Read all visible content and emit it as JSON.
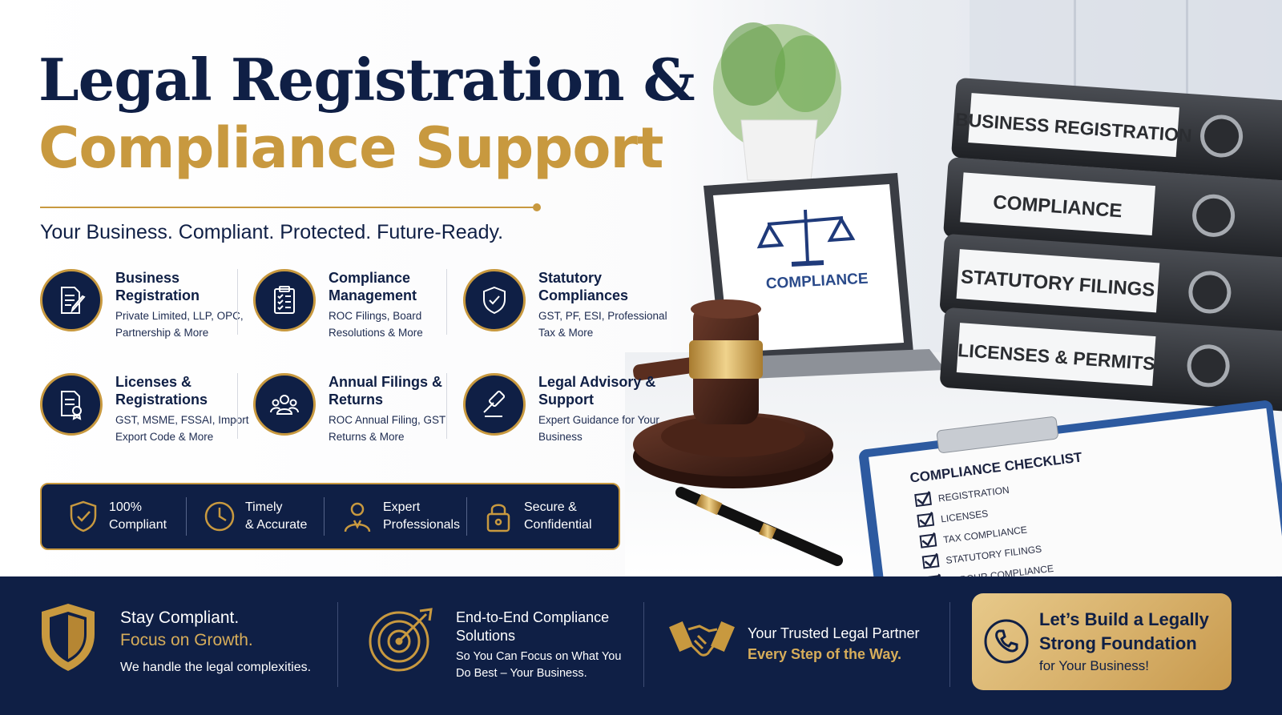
{
  "hero": {
    "title_line1": "Legal Registration &",
    "title_line2": "Compliance Support",
    "tagline": "Your Business. Compliant. Protected. Future-Ready."
  },
  "scene": {
    "laptop_label": "COMPLIANCE",
    "binders": [
      "BUSINESS REGISTRATION",
      "COMPLIANCE",
      "STATUTORY FILINGS",
      "LICENSES & PERMITS"
    ],
    "checklist_title": "COMPLIANCE CHECKLIST",
    "checklist_items": [
      "REGISTRATION",
      "LICENSES",
      "TAX COMPLIANCE",
      "STATUTORY FILINGS",
      "LABOUR COMPLIANCE"
    ]
  },
  "services": [
    {
      "title": "Business Registration",
      "desc": "Private Limited, LLP, OPC, Partnership & More",
      "icon": "document-pen-icon"
    },
    {
      "title": "Compliance Management",
      "desc": "ROC Filings, Board Resolutions & More",
      "icon": "checklist-icon"
    },
    {
      "title": "Statutory Compliances",
      "desc": "GST, PF, ESI, Professional Tax & More",
      "icon": "shield-check-icon"
    },
    {
      "title": "Licenses & Registrations",
      "desc": "GST, MSME, FSSAI, Import Export Code & More",
      "icon": "certificate-icon"
    },
    {
      "title": "Annual Filings & Returns",
      "desc": "ROC Annual Filing, GST Returns & More",
      "icon": "people-group-icon"
    },
    {
      "title": "Legal Advisory & Support",
      "desc": "Expert Guidance for Your Business",
      "icon": "gavel-icon"
    }
  ],
  "features": [
    {
      "line1": "100%",
      "line2": "Compliant",
      "icon": "shield-check-icon"
    },
    {
      "line1": "Timely",
      "line2": "& Accurate",
      "icon": "clock-icon"
    },
    {
      "line1": "Expert",
      "line2": "Professionals",
      "icon": "professional-icon"
    },
    {
      "line1": "Secure &",
      "line2": "Confidential",
      "icon": "lock-icon"
    }
  ],
  "footer": {
    "block1": {
      "line1": "Stay Compliant.",
      "line2": "Focus on Growth.",
      "sub": "We handle the legal complexities."
    },
    "block2": {
      "title": "End-to-End Compliance Solutions",
      "sub": "So You Can Focus on What You Do Best – Your Business."
    },
    "block3": {
      "line1": "Your Trusted Legal Partner",
      "line2": "Every Step of the Way."
    },
    "cta": {
      "line1": "Let’s Build a Legally",
      "line2": "Strong Foundation",
      "line3": "for Your Business!"
    }
  },
  "colors": {
    "navy": "#0f1f45",
    "gold": "#c8993f",
    "white": "#ffffff"
  }
}
